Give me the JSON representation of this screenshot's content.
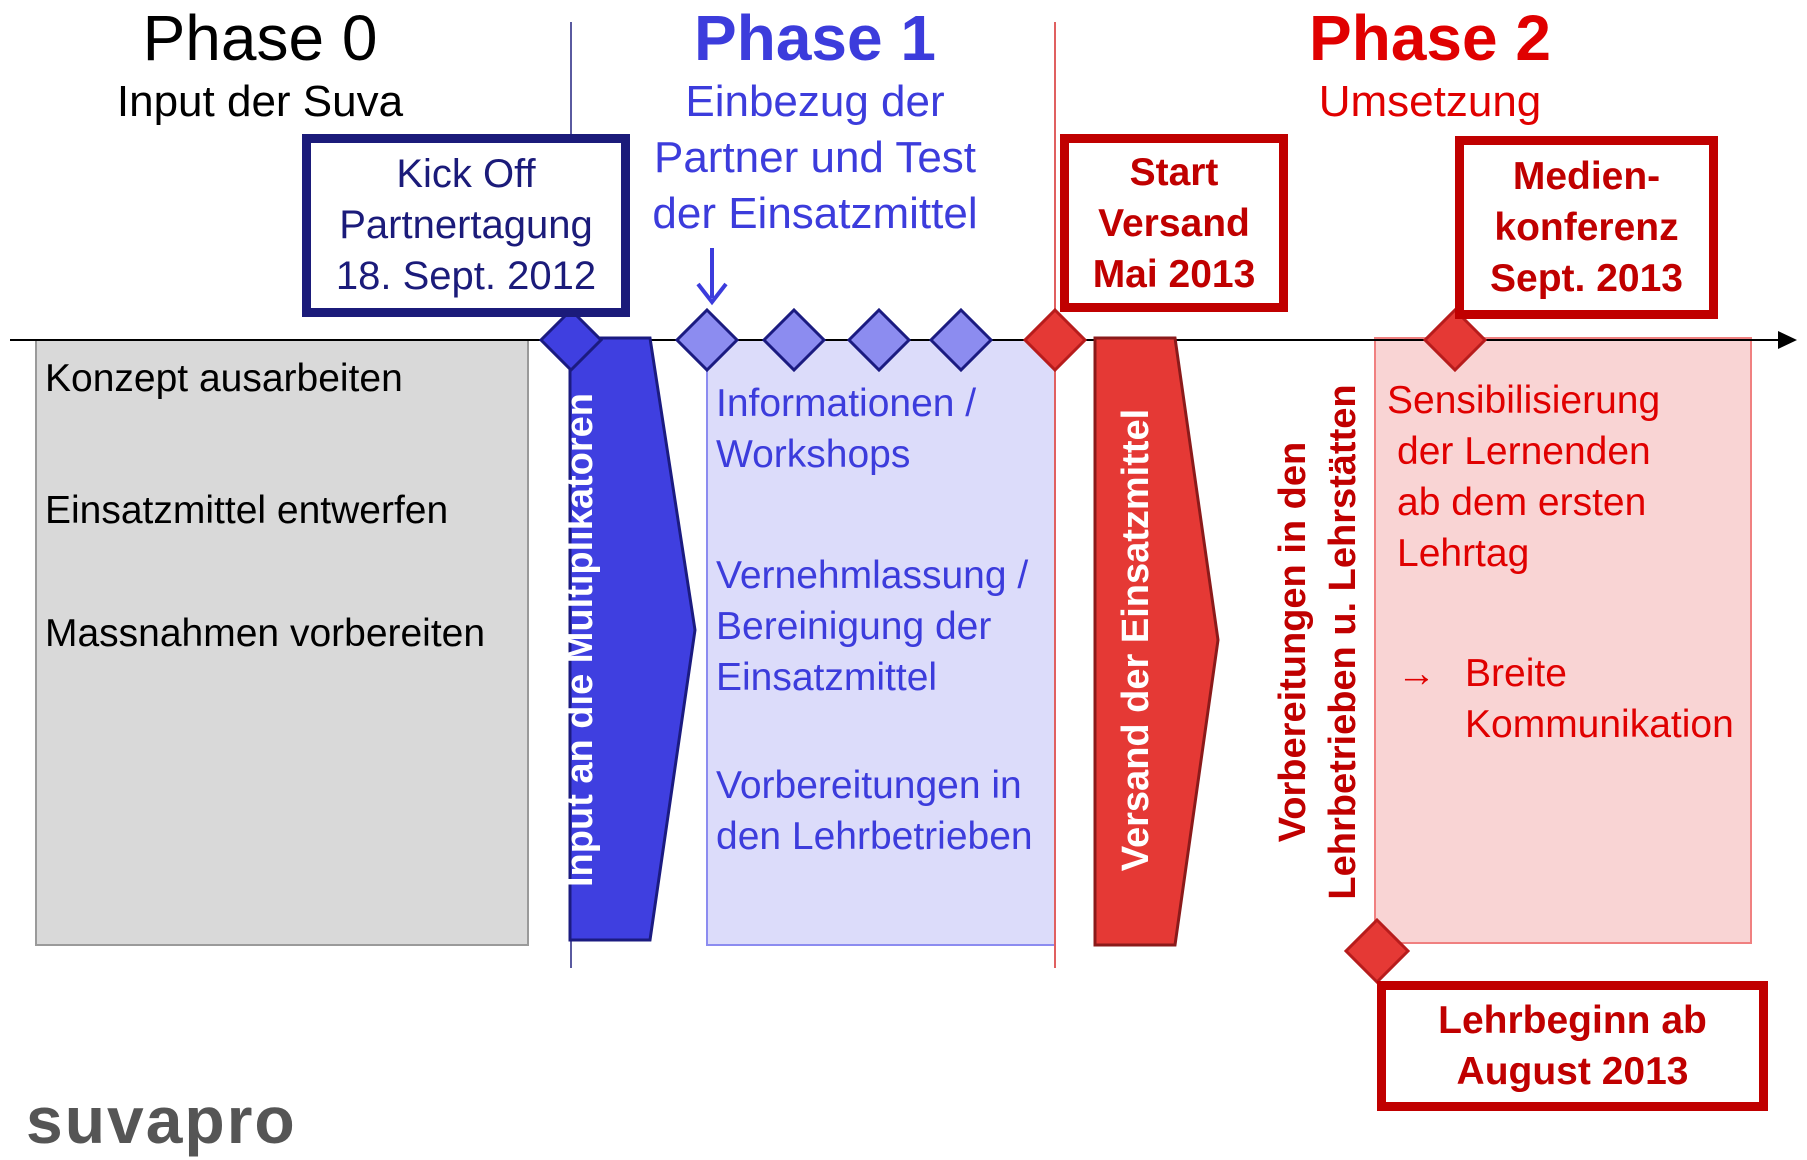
{
  "colors": {
    "phase0": "#000000",
    "phase1": "#3c3cdc",
    "phase2": "#e00000",
    "navy": "#1b1b7a",
    "darkred": "#c00000"
  },
  "phase0": {
    "title": "Phase 0",
    "subtitle": "Input der Suva",
    "tasks": [
      "Konzept ausarbeiten",
      "Einsatzmittel entwerfen",
      "Massnahmen vorbereiten"
    ],
    "milestone": [
      "Kick Off",
      "Partnertagung",
      "18. Sept. 2012"
    ],
    "arrow_label": "Input an die Multiplikatoren"
  },
  "phase1": {
    "title": "Phase 1",
    "subtitle": [
      "Einbezug der",
      "Partner und Test",
      "der Einsatzmittel"
    ],
    "tasks": [
      [
        "Informationen /",
        "Workshops"
      ],
      [
        "Vernehmlassung /",
        "Bereinigung der",
        "Einsatzmittel"
      ],
      [
        "Vorbereitungen in",
        "den Lehrbetrieben"
      ]
    ]
  },
  "phase2": {
    "title": "Phase 2",
    "subtitle": "Umsetzung",
    "milestone_start": [
      "Start",
      "Versand",
      "Mai 2013"
    ],
    "milestone_media": [
      "Medien-",
      "konferenz",
      "Sept. 2013"
    ],
    "milestone_lehrbeginn": [
      "Lehrbeginn ab",
      "August 2013"
    ],
    "arrow_label": "Versand der Einsatzmittel",
    "vertical_label": [
      "Vorbereitungen in den",
      "Lehrbetrieben u. Lehrstätten"
    ],
    "tasks": [
      "Sensibilisierung",
      "der Lernenden",
      "ab dem ersten",
      "Lehrtag"
    ],
    "result_arrow": "→",
    "result": [
      "Breite",
      "Kommunikation"
    ]
  },
  "logo": {
    "text": "suvapro"
  }
}
